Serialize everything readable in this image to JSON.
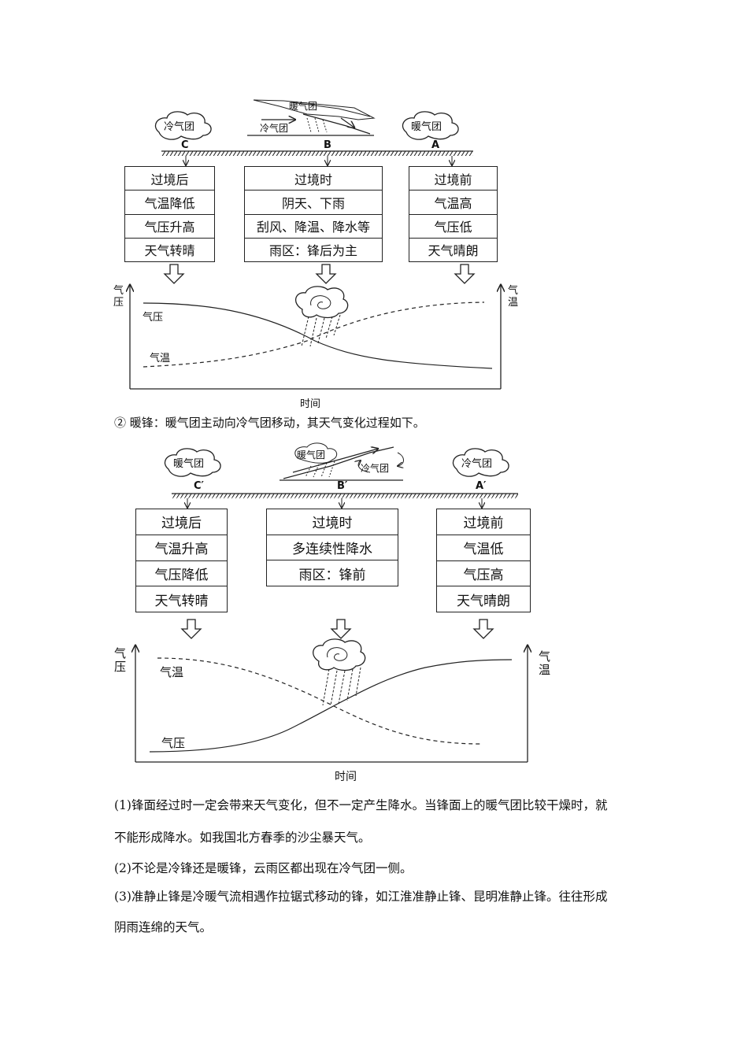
{
  "cold_front": {
    "header_warm": "暖气团",
    "header_cold": "冷气团",
    "left_cloud": "冷气团",
    "right_cloud": "暖气团",
    "points": [
      "C",
      "B",
      "A"
    ],
    "after": [
      "过境后",
      "气温降低",
      "气压升高",
      "天气转晴"
    ],
    "during": [
      "过境时",
      "阴天、下雨",
      "刮风、降温、降水等",
      "雨区：锋后为主"
    ],
    "before": [
      "过境前",
      "气温高",
      "气压低",
      "天气晴朗"
    ],
    "axis_left": "气压",
    "axis_right": "气温",
    "curve_pressure": "气压",
    "curve_temp": "气温",
    "xlabel": "时间"
  },
  "warm_front_intro": "② 暖锋：暖气团主动向冷气团移动，其天气变化过程如下。",
  "warm_front": {
    "header_warm": "暖气团",
    "header_cold": "冷气团",
    "left_cloud": "暖气团",
    "right_cloud": "冷气团",
    "points": [
      "C′",
      "B′",
      "A′"
    ],
    "after": [
      "过境后",
      "气温升高",
      "气压降低",
      "天气转晴"
    ],
    "during": [
      "过境时",
      "多连续性降水",
      "雨区：锋前"
    ],
    "before": [
      "过境前",
      "气温低",
      "气压高",
      "天气晴朗"
    ],
    "axis_left": "气压",
    "axis_right": "气温",
    "curve_pressure": "气压",
    "curve_temp": "气温",
    "xlabel": "时间"
  },
  "notes": {
    "n1a": "(1)锋面经过时一定会带来天气变化，但不一定产生降水。当锋面上的暖气团比较干燥时，就",
    "n1b": "不能形成降水。如我国北方春季的沙尘暴天气。",
    "n2": "(2)不论是冷锋还是暖锋，云雨区都出现在冷气团一侧。",
    "n3a": "(3)准静止锋是冷暖气流相遇作拉锯式移动的锋，如江淮准静止锋、昆明准静止锋。往往形成",
    "n3b": "阴雨连绵的天气。"
  }
}
